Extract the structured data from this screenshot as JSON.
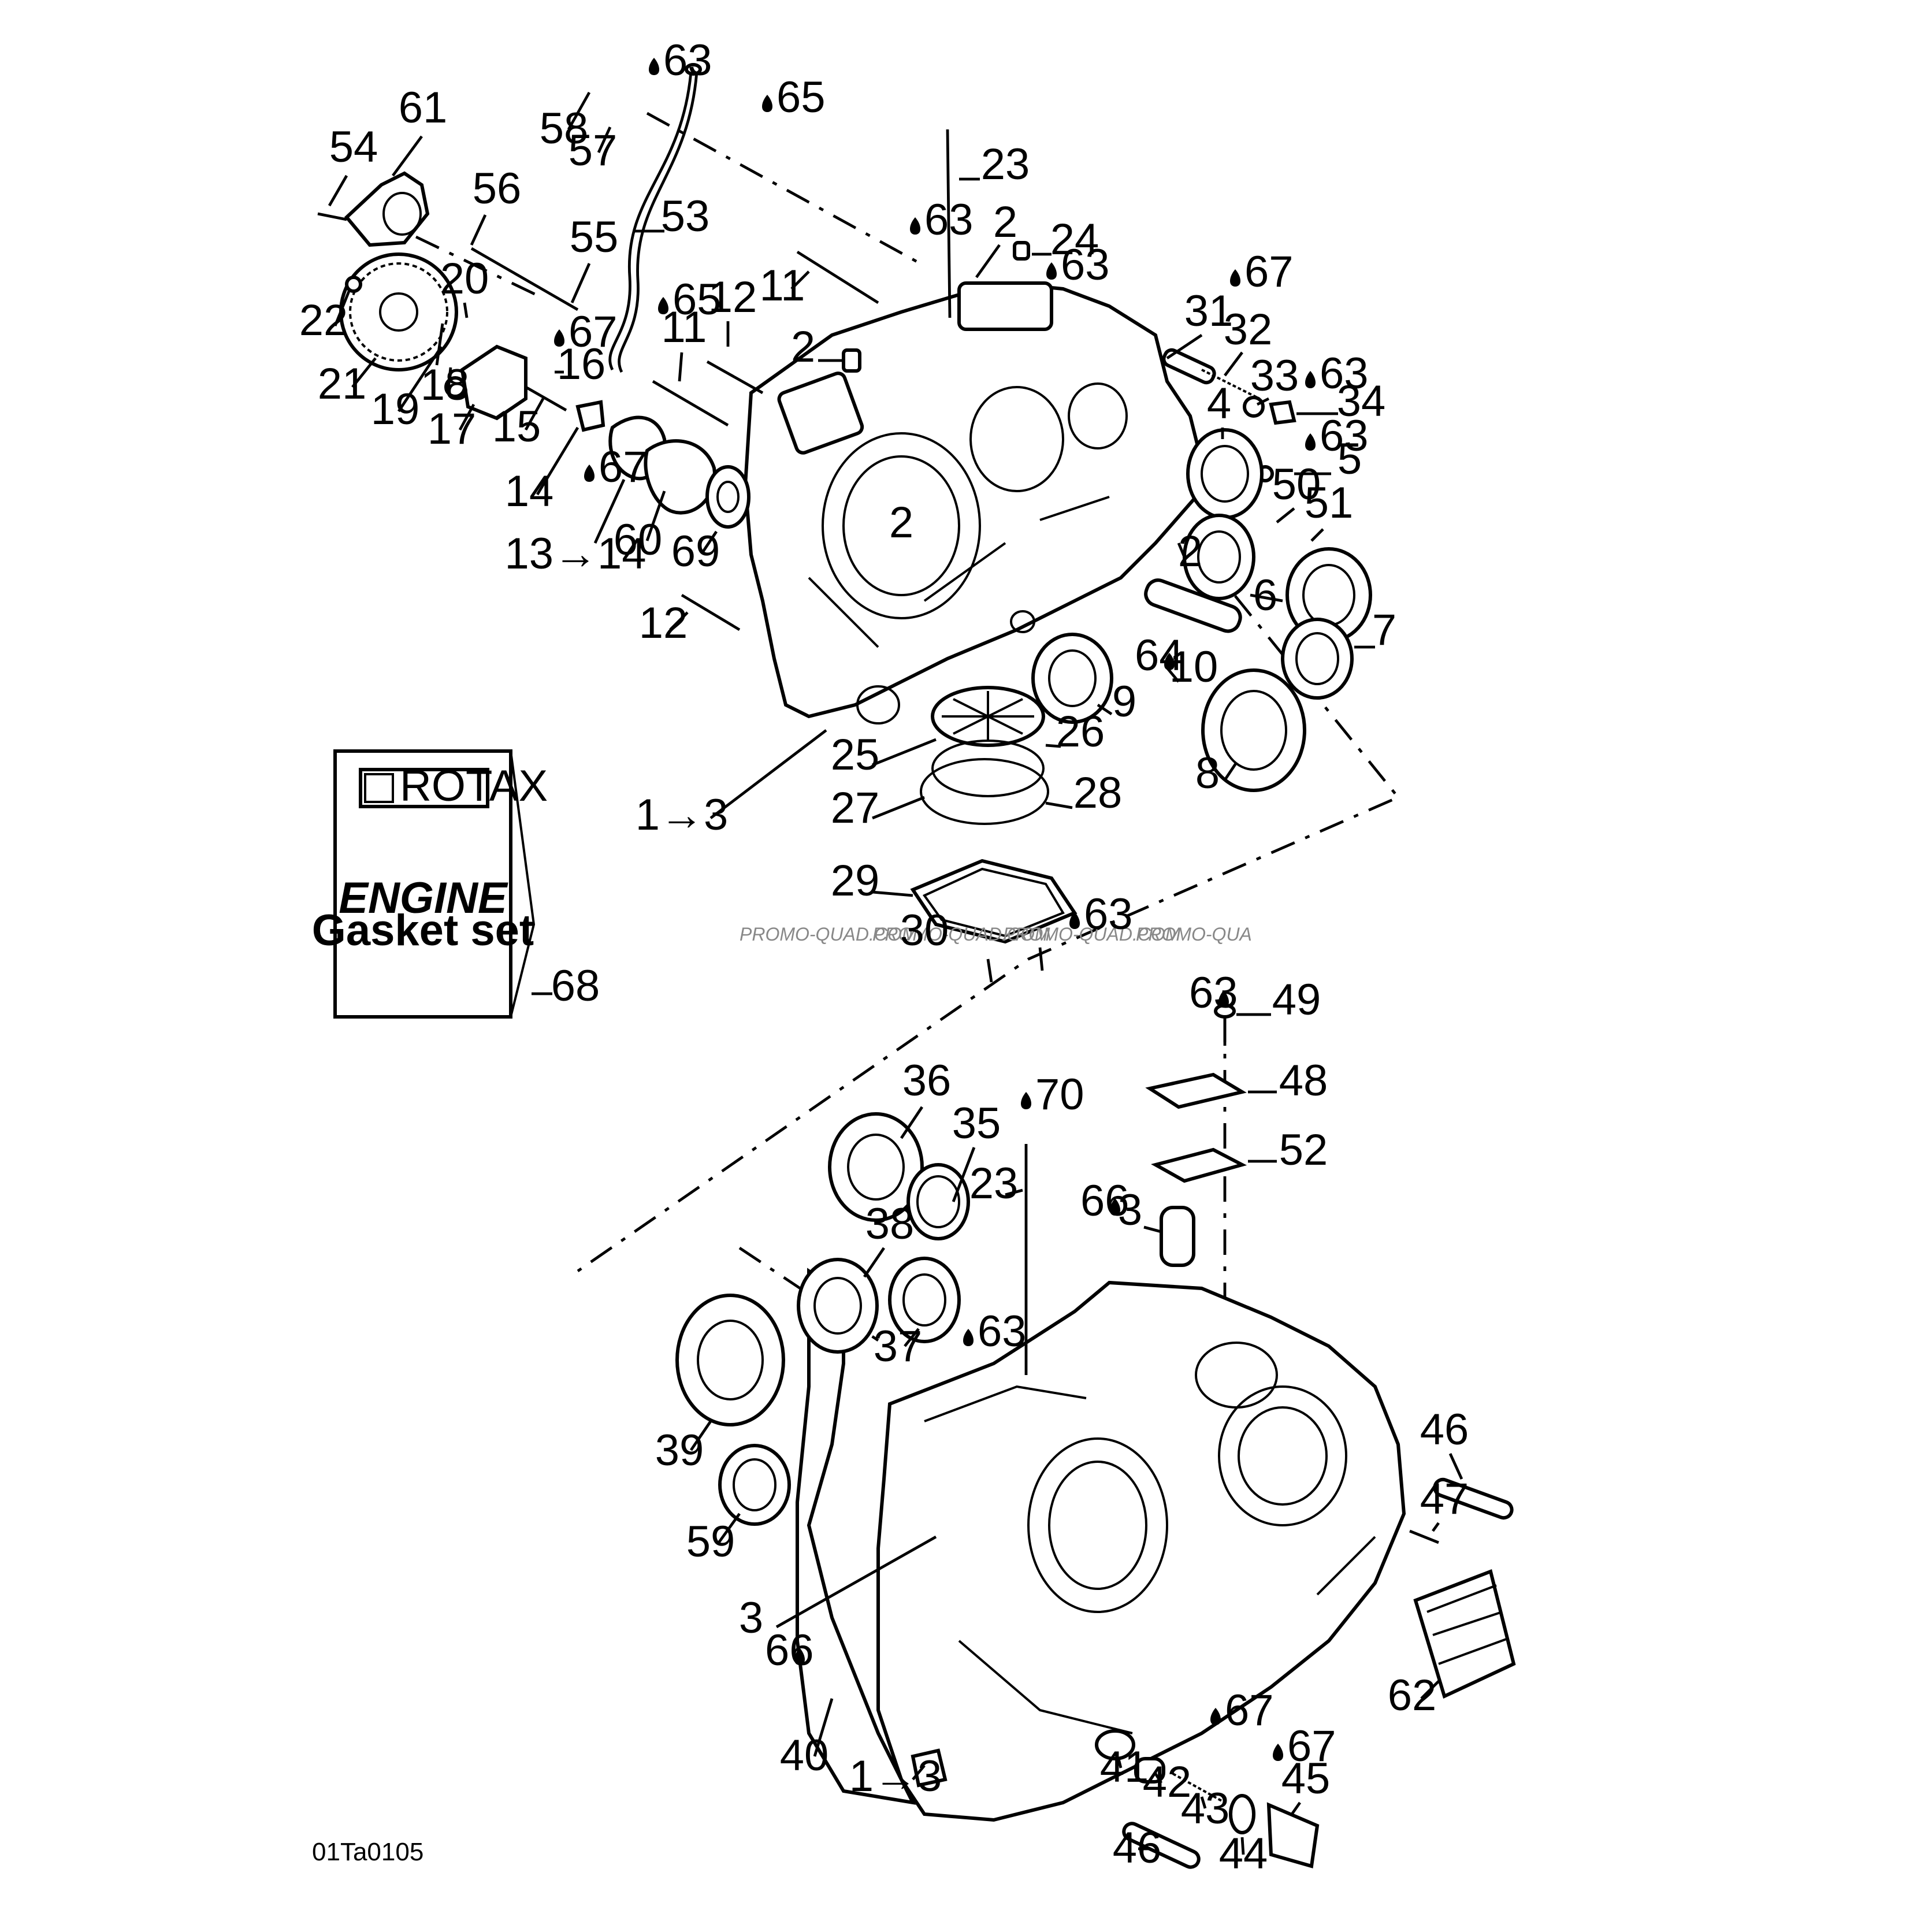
{
  "callouts": [
    {
      "text": "1→3"
    },
    {
      "text": "1→3"
    },
    {
      "text": "2"
    },
    {
      "text": "2"
    },
    {
      "text": "2"
    },
    {
      "text": "2"
    },
    {
      "text": "3"
    },
    {
      "text": "3"
    },
    {
      "text": "4"
    },
    {
      "text": "5"
    },
    {
      "text": "6"
    },
    {
      "text": "7"
    },
    {
      "text": "8"
    },
    {
      "text": "9"
    },
    {
      "text": "10"
    },
    {
      "text": "11"
    },
    {
      "text": "11"
    },
    {
      "text": "12"
    },
    {
      "text": "12"
    },
    {
      "text": "13→14"
    },
    {
      "text": "14"
    },
    {
      "text": "15"
    },
    {
      "text": "16"
    },
    {
      "text": "17"
    },
    {
      "text": "18"
    },
    {
      "text": "19"
    },
    {
      "text": "20"
    },
    {
      "text": "21"
    },
    {
      "text": "22"
    },
    {
      "text": "23"
    },
    {
      "text": "23"
    },
    {
      "text": "24"
    },
    {
      "text": "25"
    },
    {
      "text": "26"
    },
    {
      "text": "27"
    },
    {
      "text": "28"
    },
    {
      "text": "29"
    },
    {
      "text": "30"
    },
    {
      "text": "31"
    },
    {
      "text": "32"
    },
    {
      "text": "33"
    },
    {
      "text": "34"
    },
    {
      "text": "35"
    },
    {
      "text": "36"
    },
    {
      "text": "37"
    },
    {
      "text": "38"
    },
    {
      "text": "39"
    },
    {
      "text": "40"
    },
    {
      "text": "41"
    },
    {
      "text": "42"
    },
    {
      "text": "43"
    },
    {
      "text": "44"
    },
    {
      "text": "45"
    },
    {
      "text": "46"
    },
    {
      "text": "46"
    },
    {
      "text": "47"
    },
    {
      "text": "48"
    },
    {
      "text": "49"
    },
    {
      "text": "50"
    },
    {
      "text": "51"
    },
    {
      "text": "52"
    },
    {
      "text": "53"
    },
    {
      "text": "54"
    },
    {
      "text": "55"
    },
    {
      "text": "56"
    },
    {
      "text": "57"
    },
    {
      "text": "58"
    },
    {
      "text": "59"
    },
    {
      "text": "60"
    },
    {
      "text": "61"
    },
    {
      "text": "62"
    },
    {
      "text": "14"
    },
    {
      "text": "68"
    },
    {
      "text": "69"
    }
  ],
  "lube_callouts": [
    {
      "text": "63"
    },
    {
      "text": "65"
    },
    {
      "text": "63"
    },
    {
      "text": "63"
    },
    {
      "text": "65"
    },
    {
      "text": "67"
    },
    {
      "text": "67"
    },
    {
      "text": "67"
    },
    {
      "text": "63"
    },
    {
      "text": "63"
    },
    {
      "text": "64"
    },
    {
      "text": "63"
    },
    {
      "text": "63"
    },
    {
      "text": "70"
    },
    {
      "text": "66"
    },
    {
      "text": "63"
    },
    {
      "text": "66"
    },
    {
      "text": "67"
    },
    {
      "text": "67"
    }
  ],
  "gasket_set": {
    "brand": "ROTAX",
    "title": "ENGINE",
    "subtitle": "Gasket set"
  },
  "watermark": [
    "PROMO-QUAD.COM",
    "PROMO-QUAD.COM",
    "PROMO-QUAD.COM",
    "PROMO-QUA"
  ],
  "figure_code": "01Ta0105",
  "icons": {
    "lubricant": "oil-drop-icon"
  }
}
